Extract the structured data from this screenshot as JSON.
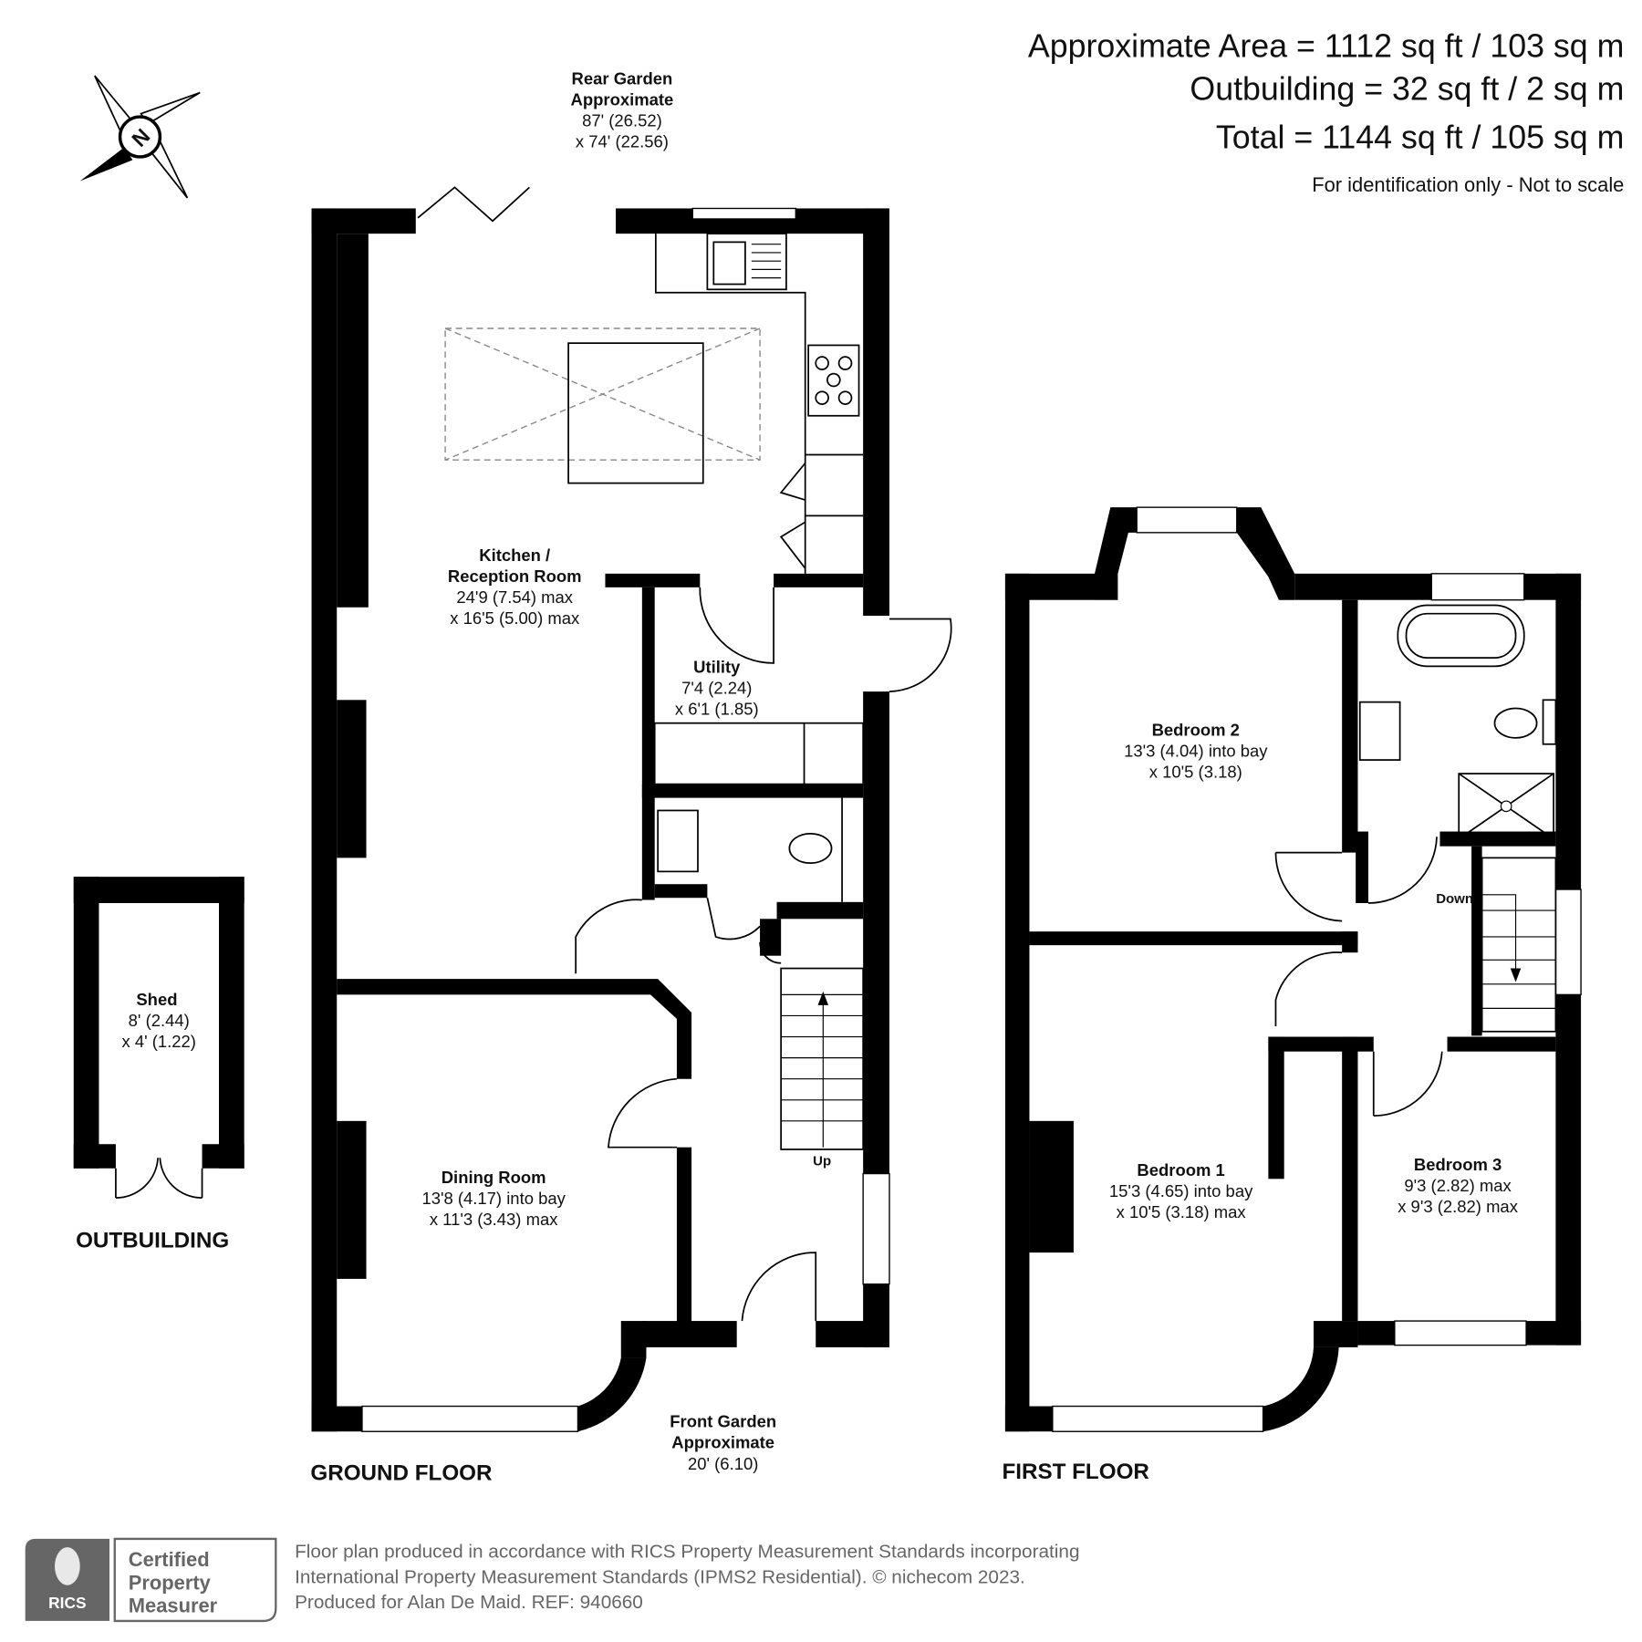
{
  "header": {
    "approx_area": "Approximate Area = 1112 sq ft / 103 sq m",
    "outbuilding_area": "Outbuilding = 32 sq ft / 2 sq m",
    "total_area": "Total = 1144 sq ft / 105 sq m",
    "disclaimer": "For identification only - Not to scale"
  },
  "compass": {
    "label": "N"
  },
  "rear_garden": {
    "title": "Rear Garden",
    "subtitle": "Approximate",
    "dim1": "87' (26.52)",
    "dim2": "x 74' (22.56)"
  },
  "front_garden": {
    "title": "Front Garden",
    "subtitle": "Approximate",
    "dim1": "20' (6.10)"
  },
  "rooms": {
    "kitchen": {
      "name1": "Kitchen /",
      "name2": "Reception Room",
      "dim1": "24'9 (7.54) max",
      "dim2": "x 16'5 (5.00) max"
    },
    "utility": {
      "name": "Utility",
      "dim1": "7'4 (2.24)",
      "dim2": "x 6'1 (1.85)"
    },
    "dining": {
      "name": "Dining Room",
      "dim1": "13'8 (4.17) into bay",
      "dim2": "x 11'3 (3.43) max"
    },
    "shed": {
      "name": "Shed",
      "dim1": "8' (2.44)",
      "dim2": "x 4' (1.22)"
    },
    "bedroom2": {
      "name": "Bedroom 2",
      "dim1": "13'3 (4.04) into bay",
      "dim2": "x 10'5 (3.18)"
    },
    "bedroom1": {
      "name": "Bedroom 1",
      "dim1": "15'3 (4.65) into bay",
      "dim2": "x 10'5 (3.18) max"
    },
    "bedroom3": {
      "name": "Bedroom 3",
      "dim1": "9'3 (2.82) max",
      "dim2": "x 9'3 (2.82) max"
    }
  },
  "stairs": {
    "up": "Up",
    "down": "Down"
  },
  "floor_labels": {
    "ground": "GROUND FLOOR",
    "first": "FIRST FLOOR",
    "outbuilding": "OUTBUILDING"
  },
  "footer": {
    "rics_logo": "RICS",
    "badge_line1": "Certified",
    "badge_line2": "Property",
    "badge_line3": "Measurer",
    "line1": "Floor plan produced in accordance with RICS Property Measurement Standards incorporating",
    "line2": "International Property Measurement Standards (IPMS2 Residential).   © nichecom 2023.",
    "line3": "Produced for Alan De Maid.   REF: 940660"
  },
  "colors": {
    "walls": "#000000",
    "footer_text": "#666666"
  }
}
